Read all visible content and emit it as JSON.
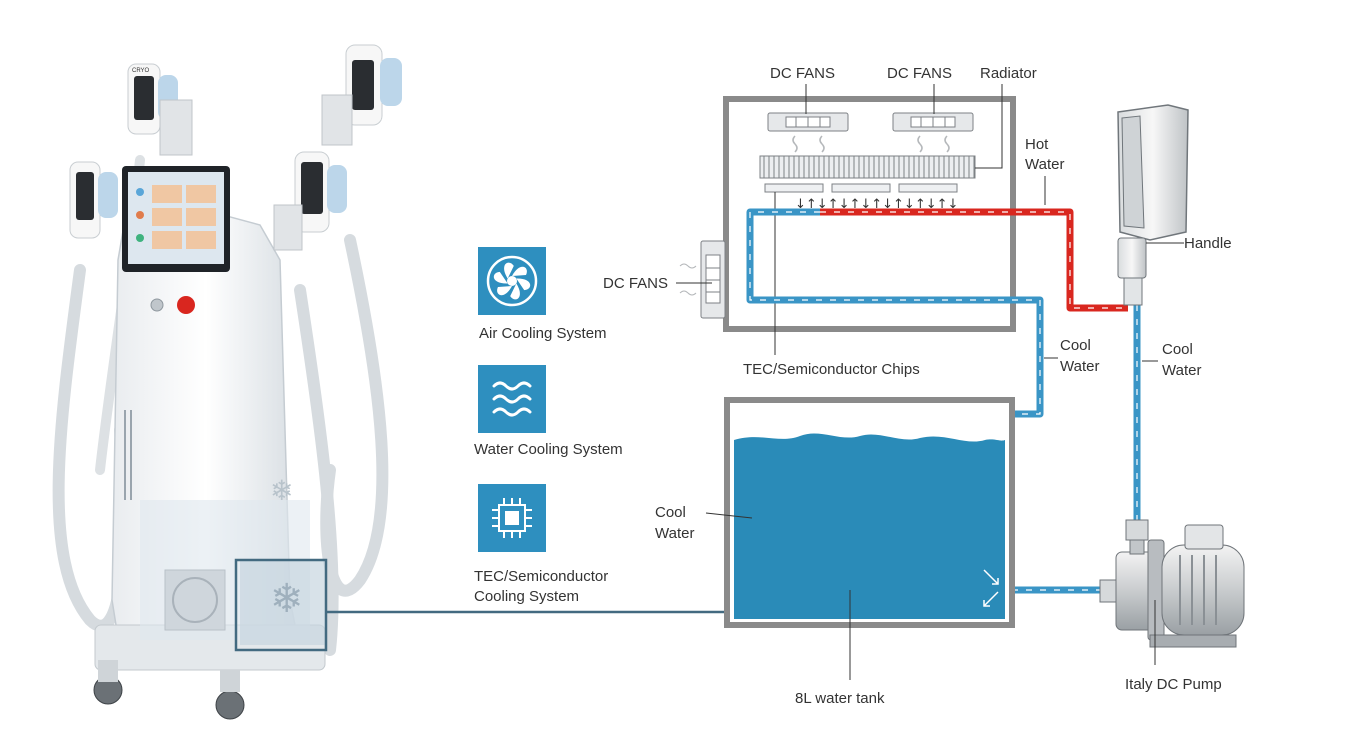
{
  "legend": {
    "air_cooling": "Air Cooling System",
    "water_cooling": "Water Cooling System",
    "tec_cooling_line1": "TEC/Semiconductor",
    "tec_cooling_line2": "Cooling System"
  },
  "labels": {
    "dc_fans_top_1": "DC FANS",
    "dc_fans_top_2": "DC FANS",
    "radiator": "Radiator",
    "hot_water_line1": "Hot",
    "hot_water_line2": "Water",
    "handle": "Handle",
    "dc_fans_side": "DC FANS",
    "tec_chips": "TEC/Semiconductor Chips",
    "cool_water_mid_line1": "Cool",
    "cool_water_mid_line2": "Water",
    "cool_water_right_line1": "Cool",
    "cool_water_right_line2": "Water",
    "cool_water_tank_line1": "Cool",
    "cool_water_tank_line2": "Water",
    "tank": "8L water tank",
    "pump": "Italy DC Pump",
    "tec_arrows": "↓↑↓↑↓↑↓↑↓↑↓↑↓↑↓",
    "device_brand": "CRYO"
  },
  "icons": {
    "air": "fan-icon",
    "water": "waves-icon",
    "tec": "chip-icon"
  },
  "colors": {
    "icon_bg": "#2e8fbf",
    "hot_pipe": "#d9271f",
    "cool_pipe": "#3a95c6",
    "tank_water": "#2a8bb8",
    "frame": "#8a8a8a",
    "connector": "#436a80"
  }
}
